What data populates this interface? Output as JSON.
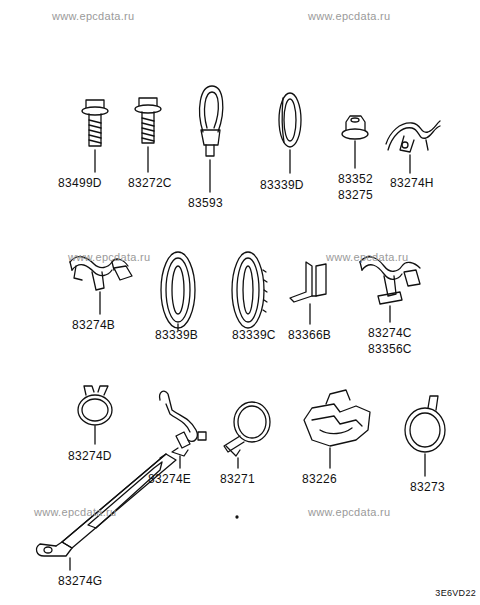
{
  "diagram": {
    "labels": [
      "www.epcdata.ru",
      "www.epcdata.ru",
      "83499D",
      "83272C",
      "83593",
      "83339D",
      "83352",
      "83275",
      "83274H",
      "www.epcdata.ru",
      "www.epcdata.ru",
      "83274B",
      "83339B",
      "83339C",
      "83366B",
      "83274C",
      "83356C",
      "83274D",
      "83274E",
      "83271",
      "83226",
      "83273",
      "www.epcdata.ru",
      "www.epcdata.ru",
      "83274G",
      "3E6VD22"
    ]
  }
}
